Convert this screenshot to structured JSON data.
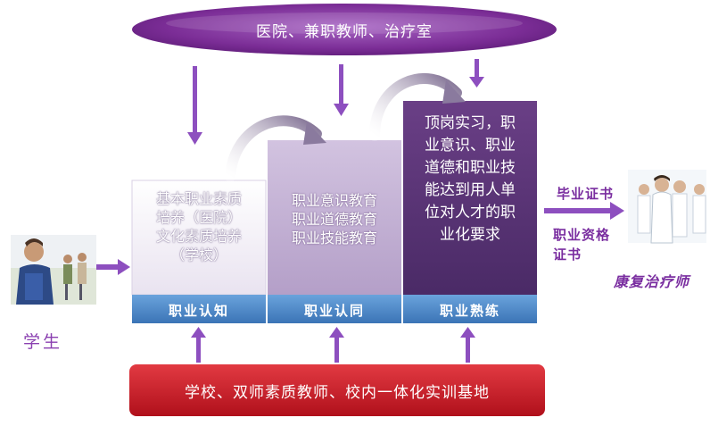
{
  "top_partner": {
    "label": "医院、兼职教师、治疗室"
  },
  "bottom_partner": {
    "label": "学校、双师素质教师、校内一体化实训基地"
  },
  "student": {
    "label": "学生"
  },
  "stages": [
    {
      "content": "基本职业素质\n培养（医院）\n文化素质培养\n（学校）",
      "label": "职业认知"
    },
    {
      "content": "职业意识教育\n职业道德教育\n职业技能教育",
      "label": "职业认同"
    },
    {
      "content": "顶岗实习，职\n业意识、职业\n道德和职业技\n能达到用人单\n位对人才的职\n业化要求",
      "label": "职业熟练"
    }
  ],
  "outputs": {
    "graduation_cert": "毕业证书",
    "qualification_cert": "职业资格\n证书",
    "result": "康复治疗师"
  },
  "colors": {
    "top_ellipse": "#7b2d96",
    "bottom_bar": "#c8101f",
    "label_bar": "#4a86c8",
    "arrow": "#8d4fbf"
  }
}
